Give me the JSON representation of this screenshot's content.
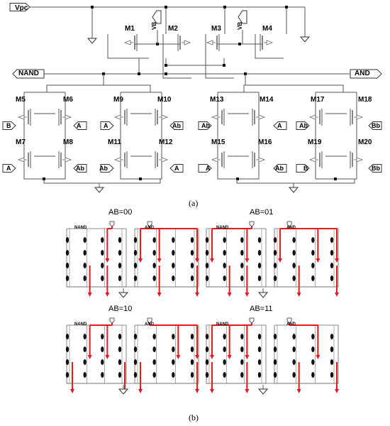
{
  "part_a": {
    "rails": {
      "supply": "Vpc",
      "left_out": "NAND",
      "right_out": "AND"
    },
    "top_transistors": [
      "M1",
      "M2",
      "M3",
      "M4"
    ],
    "bias": "VB",
    "blocks": [
      {
        "top": [
          "M5",
          "M6"
        ],
        "bottom": [
          "M7",
          "M8"
        ],
        "in_top": [
          "B",
          "A"
        ],
        "in_bottom": [
          "A",
          "Ab"
        ]
      },
      {
        "top": [
          "M9",
          "M10"
        ],
        "bottom": [
          "M11",
          "M12"
        ],
        "in_top": [
          "A",
          "Ab"
        ],
        "in_bottom": [
          "Ab",
          "A"
        ]
      },
      {
        "top": [
          "M13",
          "M14"
        ],
        "bottom": [
          "M15",
          "M16"
        ],
        "in_top": [
          "Ab",
          "A"
        ],
        "in_bottom": [
          "A",
          "Ab"
        ]
      },
      {
        "top": [
          "M17",
          "M18"
        ],
        "bottom": [
          "M19",
          "M20"
        ],
        "in_top": [
          "Ab",
          "Bb"
        ],
        "in_bottom": [
          "B",
          "Bb"
        ]
      }
    ],
    "caption": "(a)"
  },
  "part_b": {
    "panels": [
      {
        "title": "AB=00",
        "left_label": "NAND",
        "right_label": "AND"
      },
      {
        "title": "AB=01",
        "left_label": "NAND",
        "right_label": "AND"
      },
      {
        "title": "AB=10",
        "left_label": "NAND",
        "right_label": "AND"
      },
      {
        "title": "AB=11",
        "left_label": "NAND",
        "right_label": "AND"
      }
    ],
    "caption": "(b)"
  },
  "colors": {
    "wire": "#555555",
    "path": "#e41a1c",
    "text": "#000000"
  }
}
